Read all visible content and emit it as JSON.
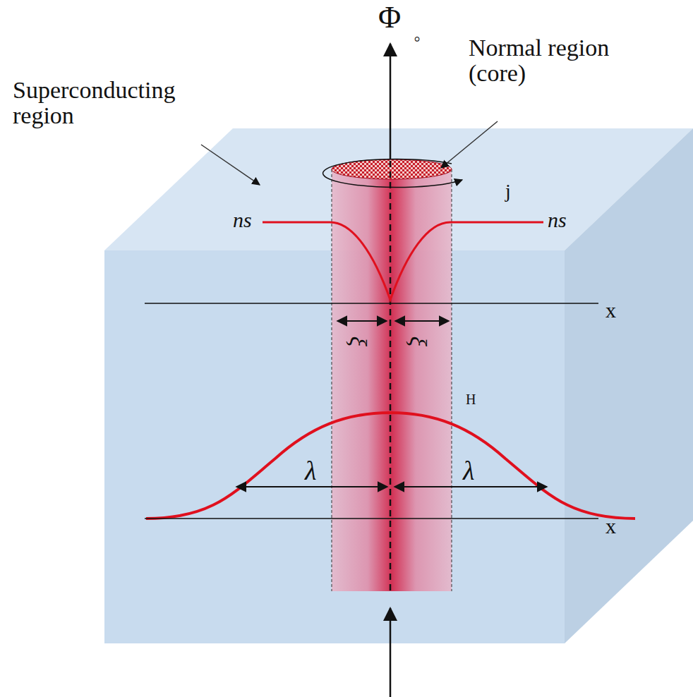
{
  "diagram": {
    "labels": [
      "Φ",
      "◦",
      "Normal region (core)",
      "Superconducting region",
      "j",
      "ns",
      "ns",
      "x",
      "ξ",
      "ξ",
      "H",
      "λ",
      "λ",
      "x"
    ]
  }
}
